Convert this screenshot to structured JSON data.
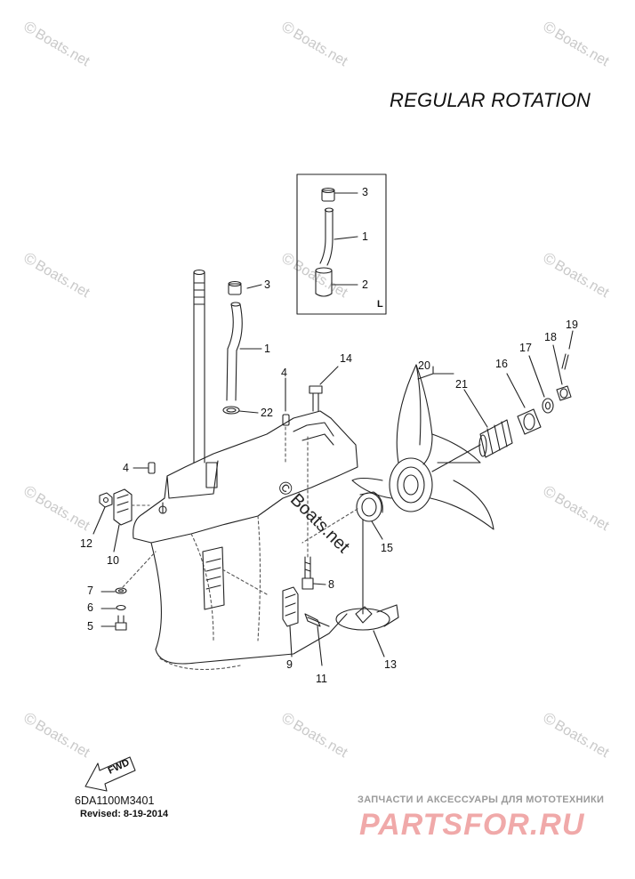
{
  "title": "REGULAR ROTATION",
  "watermark_text": "Boats.net",
  "watermark_symbol": "©",
  "center_watermark": "© Boats.net",
  "inset_label": "L",
  "callouts": {
    "c1": "1",
    "c2": "2",
    "c3": "3",
    "c4": "4",
    "c5": "5",
    "c6": "6",
    "c7": "7",
    "c8": "8",
    "c9": "9",
    "c10": "10",
    "c11": "11",
    "c12": "12",
    "c13": "13",
    "c14": "14",
    "c15": "15",
    "c16": "16",
    "c17": "17",
    "c18": "18",
    "c19": "19",
    "c20": "20",
    "c21": "21",
    "c22": "22"
  },
  "fwd_label": "FWD",
  "diagram_code": "6DA1100M3401",
  "revised": "Revised: 8-19-2014",
  "footer": {
    "slogan": "ЗАПЧАСТИ И АКСЕССУАРЫ ДЛЯ МОТОТЕХНИКИ",
    "brand": "PARTSFOR.RU"
  },
  "colors": {
    "line": "#222222",
    "dashed": "#555555",
    "watermark": "#c9c9c9",
    "brand": "#f0a9a9"
  }
}
